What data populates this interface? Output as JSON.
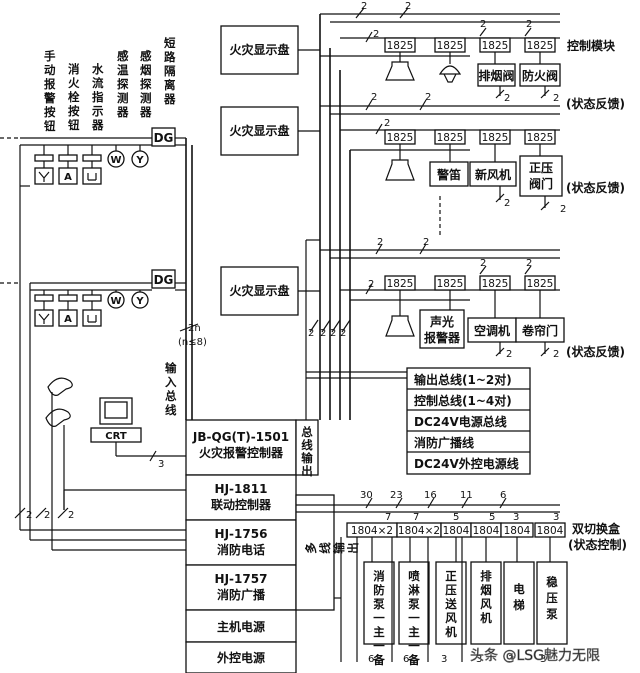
{
  "devices": {
    "manual_alarm": "手动报警按钮",
    "hydrant": "消火栓按钮",
    "waterflow": "水流指示器",
    "heat": "感温探测器",
    "smoke": "感烟探测器",
    "isolator": "短路隔离器"
  },
  "symbols": {
    "dg": "DG",
    "a": "A",
    "w": "W",
    "y": "Y",
    "crt": "CRT"
  },
  "panels": {
    "fire_display": "火灾显示盘"
  },
  "modules": {
    "m1825": "1825",
    "m1804": "1804",
    "m1804x2": "1804×2",
    "control_module": "控制模块",
    "status_feedback": "(状态反馈)",
    "dual_switch": "双切换盒",
    "dual_switch_sub": "(状态控制)"
  },
  "equipment": {
    "smoke_valve": "排烟阀",
    "fire_valve": "防火阀",
    "siren": "警笛",
    "fresh_air": "新风机",
    "pressure_valve": "正压阀门",
    "sound_light": "声光报警器",
    "ac": "空调机",
    "shutter": "卷帘门",
    "fire_pump": "消防泵一主一备",
    "spray_pump": "喷淋泵一主一备",
    "pressure_fan": "正压送风机",
    "exhaust_fan": "排烟风机",
    "elevator": "电梯",
    "stabilizer_pump": "稳压泵"
  },
  "buses": {
    "output": "输出总线(1~2对)",
    "control": "控制总线(1~4对)",
    "dc24": "DC24V电源总线",
    "broadcast": "消防广播线",
    "dc24_ext": "DC24V外控电源线"
  },
  "controller": {
    "main_model": "JB-QG(T)-1501",
    "main_name": "火灾报警控制器",
    "bus_output": "总线输出",
    "linkage_model": "HJ-1811",
    "linkage_name": "联动控制器",
    "phone_model": "HJ-1756",
    "phone_name": "消防电话",
    "broadcast_model": "HJ-1757",
    "broadcast_name": "消防广播",
    "main_power": "主机电源",
    "ext_power": "外控电源",
    "multi_output": "多线输出"
  },
  "labels": {
    "input_bus": "输入总线",
    "loop_count": "2n",
    "loop_limit": "(n≤8)",
    "watermark": "头条 @LSG魅力无限"
  },
  "numbers": {
    "n2": "2",
    "n3": "3",
    "n5": "5",
    "n6": "6",
    "n7": "7",
    "n11": "11",
    "n16": "16",
    "n23": "23",
    "n30": "30"
  }
}
